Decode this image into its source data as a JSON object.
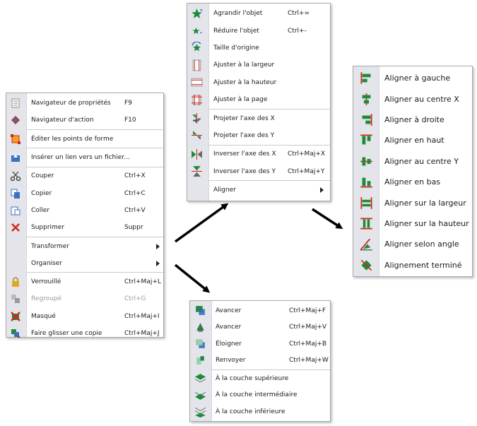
{
  "colors": {
    "accent_green": "#1f8a3a",
    "icon_red": "#d02a1a",
    "icon_blue": "#3a6fc4",
    "gutter": "#e3e5ea"
  },
  "context_menu": {
    "items": [
      {
        "label": "Navigateur de propriétés",
        "shortcut": "F9",
        "icon": "properties-icon"
      },
      {
        "label": "Navigateur d'action",
        "shortcut": "F10",
        "icon": "action-navigator-icon"
      },
      {
        "sep": true
      },
      {
        "label": "Éditer les points de forme",
        "shortcut": "",
        "icon": "edit-points-icon"
      },
      {
        "sep": true
      },
      {
        "label": "Insérer un lien vers un fichier...",
        "shortcut": "",
        "icon": "insert-link-icon"
      },
      {
        "sep": true
      },
      {
        "label": "Couper",
        "shortcut": "Ctrl+X",
        "icon": "scissors-icon"
      },
      {
        "label": "Copier",
        "shortcut": "Ctrl+C",
        "icon": "copy-icon"
      },
      {
        "label": "Coller",
        "shortcut": "Ctrl+V",
        "icon": "paste-icon"
      },
      {
        "label": "Supprimer",
        "shortcut": "Suppr",
        "icon": "delete-icon"
      },
      {
        "sep": true
      },
      {
        "label": "Transformer",
        "shortcut": "",
        "icon": "",
        "submenu": true
      },
      {
        "label": "Organiser",
        "shortcut": "",
        "icon": "",
        "submenu": true
      },
      {
        "sep": true
      },
      {
        "label": "Verrouillé",
        "shortcut": "Ctrl+Maj+L",
        "icon": "lock-icon"
      },
      {
        "label": "Regroupé",
        "shortcut": "Ctrl+G",
        "icon": "group-icon",
        "disabled": true
      },
      {
        "label": "Masqué",
        "shortcut": "Ctrl+Maj+I",
        "icon": "hidden-icon"
      },
      {
        "label": "Faire glisser une copie",
        "shortcut": "Ctrl+Maj+J",
        "icon": "drag-copy-icon"
      }
    ]
  },
  "transform_menu": {
    "items": [
      {
        "label": "Agrandir l'objet",
        "shortcut": "Ctrl+=",
        "icon": "enlarge-star-icon"
      },
      {
        "label": "Réduire l'objet",
        "shortcut": "Ctrl+-",
        "icon": "shrink-star-icon"
      },
      {
        "label": "Taille d'origine",
        "shortcut": "",
        "icon": "original-size-icon"
      },
      {
        "label": "Ajuster à la largeur",
        "shortcut": "",
        "icon": "fit-width-icon"
      },
      {
        "label": "Ajuster à la hauteur",
        "shortcut": "",
        "icon": "fit-height-icon"
      },
      {
        "label": "Ajuster à la page",
        "shortcut": "",
        "icon": "fit-page-icon"
      },
      {
        "sep": true
      },
      {
        "label": "Projeter l'axe des X",
        "shortcut": "",
        "icon": "project-x-icon"
      },
      {
        "label": "Projeter l'axe des Y",
        "shortcut": "",
        "icon": "project-y-icon"
      },
      {
        "sep": true
      },
      {
        "label": "Inverser l'axe des X",
        "shortcut": "Ctrl+Maj+X",
        "icon": "flip-x-icon"
      },
      {
        "label": "Inverser l'axe des Y",
        "shortcut": "Ctrl+Maj+Y",
        "icon": "flip-y-icon"
      },
      {
        "sep": true
      },
      {
        "label": "Aligner",
        "shortcut": "",
        "icon": "",
        "submenu": true
      }
    ]
  },
  "align_menu": {
    "items": [
      {
        "label": "Aligner à gauche",
        "icon": "align-left-icon"
      },
      {
        "label": "Aligner au centre X",
        "icon": "align-center-x-icon"
      },
      {
        "label": "Aligner à droite",
        "icon": "align-right-icon"
      },
      {
        "label": "Aligner en haut",
        "icon": "align-top-icon"
      },
      {
        "label": "Aligner au centre Y",
        "icon": "align-center-y-icon"
      },
      {
        "label": "Aligner en bas",
        "icon": "align-bottom-icon"
      },
      {
        "label": "Aligner sur la largeur",
        "icon": "align-width-icon"
      },
      {
        "label": "Aligner sur la hauteur",
        "icon": "align-height-icon"
      },
      {
        "label": "Aligner selon angle",
        "icon": "align-angle-icon"
      },
      {
        "label": "Alignement terminé",
        "icon": "align-done-icon"
      }
    ]
  },
  "arrange_menu": {
    "items": [
      {
        "label": "Avancer",
        "shortcut": "Ctrl+Maj+F",
        "icon": "bring-forward-icon"
      },
      {
        "label": "Avancer",
        "shortcut": "Ctrl+Maj+V",
        "icon": "bring-to-front-icon"
      },
      {
        "label": "Éloigner",
        "shortcut": "Ctrl+Maj+B",
        "icon": "send-backward-icon"
      },
      {
        "label": "Renvoyer",
        "shortcut": "Ctrl+Maj+W",
        "icon": "send-to-back-icon"
      },
      {
        "sep": true
      },
      {
        "label": "À la couche supérieure",
        "shortcut": "",
        "icon": "layer-top-icon"
      },
      {
        "label": "À la couche intermédiaire",
        "shortcut": "",
        "icon": "layer-middle-icon"
      },
      {
        "label": "À la couche inférieure",
        "shortcut": "",
        "icon": "layer-bottom-icon"
      }
    ]
  }
}
